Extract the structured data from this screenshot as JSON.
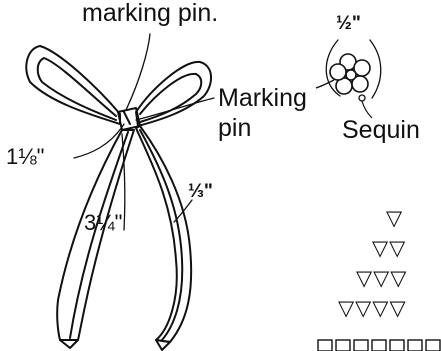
{
  "labels": {
    "top_caption": "marking pin.",
    "bow_width": "1⅛\"",
    "tail_length": "3¼\"",
    "tail_width": "⅓\"",
    "flower_size": "½\"",
    "marking_pin_line1": "Marking",
    "marking_pin_line2": "pin",
    "sequin": "Sequin"
  },
  "sequin_pyramid": {
    "rows": [
      "▽",
      "▽▽",
      "▽▽▽",
      "▽▽▽▽"
    ]
  },
  "colors": {
    "ink": "#111111",
    "paper": "#ffffff"
  }
}
